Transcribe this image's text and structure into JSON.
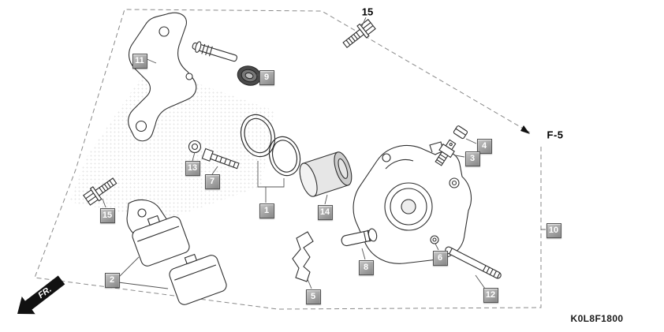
{
  "diagram": {
    "code": "K0L8F1800",
    "cross_ref": "F-5",
    "direction": "FR.",
    "colors": {
      "background": "#ffffff",
      "line": "#2f2f2f",
      "dashed_boundary": "#8a8a8a",
      "callout_fill": "#9e9e9e",
      "callout_border": "#555555",
      "callout_text": "#ffffff"
    },
    "icons": {
      "direction_arrow": "fr-direction-arrow",
      "reference_arrow": "cross-ref-arrowhead"
    },
    "callouts": [
      {
        "label": "15"
      },
      {
        "label": "11"
      },
      {
        "label": "9"
      },
      {
        "label": "13"
      },
      {
        "label": "7"
      },
      {
        "label": "1"
      },
      {
        "label": "14"
      },
      {
        "label": "4"
      },
      {
        "label": "3"
      },
      {
        "label": "10"
      },
      {
        "label": "6"
      },
      {
        "label": "12"
      },
      {
        "label": "8"
      },
      {
        "label": "5"
      },
      {
        "label": "2"
      },
      {
        "label": "15"
      }
    ]
  }
}
